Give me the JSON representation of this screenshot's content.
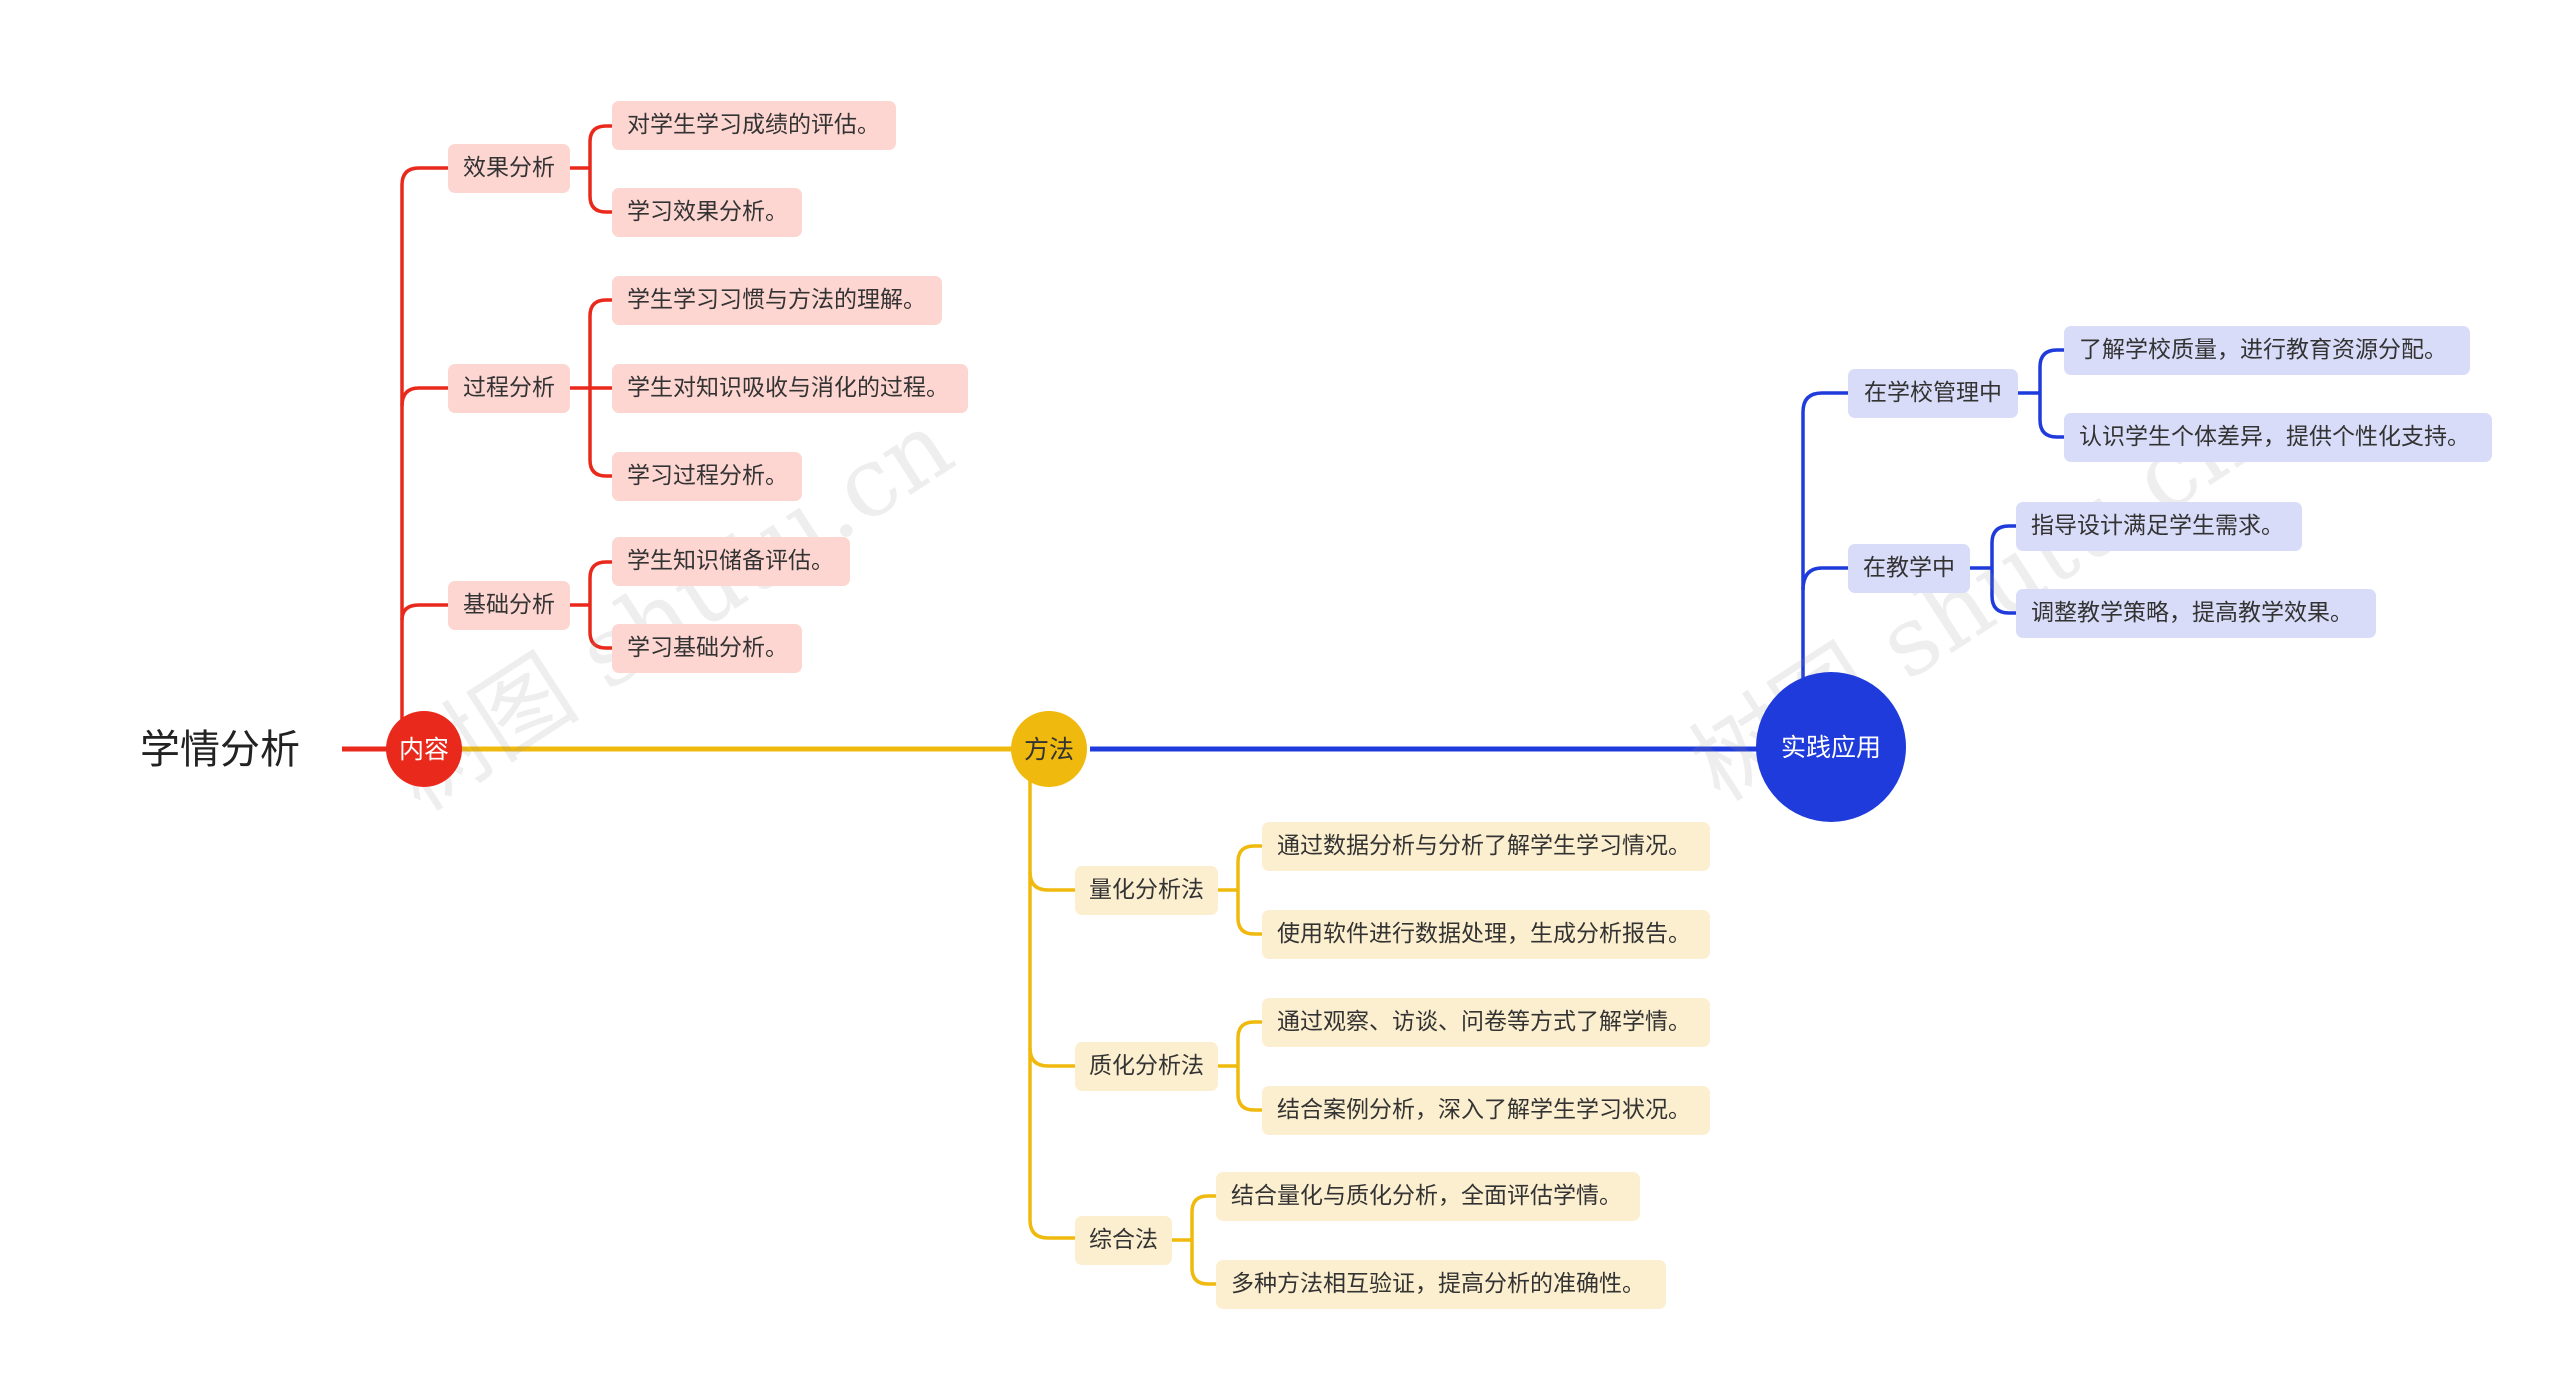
{
  "root": "学情分析",
  "branches": {
    "content": {
      "label": "内容",
      "color": "#e8291c",
      "children": [
        {
          "label": "效果分析",
          "items": [
            "对学生学习成绩的评估。",
            "学习效果分析。"
          ]
        },
        {
          "label": "过程分析",
          "items": [
            "学生学习习惯与方法的理解。",
            "学生对知识吸收与消化的过程。",
            "学习过程分析。"
          ]
        },
        {
          "label": "基础分析",
          "items": [
            "学生知识储备评估。",
            "学习基础分析。"
          ]
        }
      ]
    },
    "method": {
      "label": "方法",
      "color": "#f0b90d",
      "children": [
        {
          "label": "量化分析法",
          "items": [
            "通过数据分析与分析了解学生学习情况。",
            "使用软件进行数据处理，生成分析报告。"
          ]
        },
        {
          "label": "质化分析法",
          "items": [
            "通过观察、访谈、问卷等方式了解学情。",
            "结合案例分析，深入了解学生学习状况。"
          ]
        },
        {
          "label": "综合法",
          "items": [
            "结合量化与质化分析，全面评估学情。",
            "多种方法相互验证，提高分析的准确性。"
          ]
        }
      ]
    },
    "practice": {
      "label": "实践应用",
      "color": "#1f3bdb",
      "children": [
        {
          "label": "在学校管理中",
          "items": [
            "了解学校质量，进行教育资源分配。",
            "认识学生个体差异，提供个性化支持。"
          ]
        },
        {
          "label": "在教学中",
          "items": [
            "指导设计满足学生需求。",
            "调整教学策略，提高教学效果。"
          ]
        }
      ]
    }
  },
  "watermark": "树图 shutu.cn"
}
